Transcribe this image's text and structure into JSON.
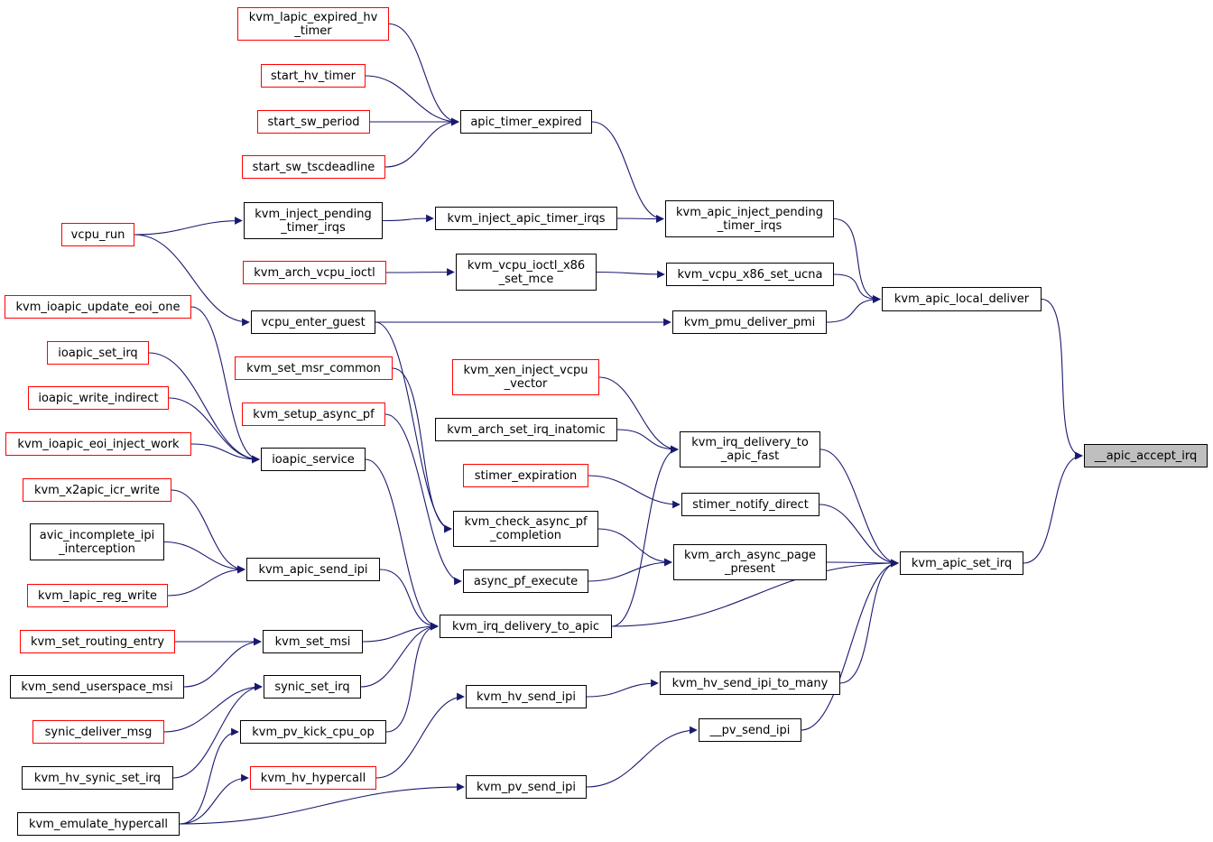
{
  "colors": {
    "edge": "#191970",
    "link_border": "#ff0000",
    "plain_border": "#000000",
    "focus_fill": "#bfbfbf"
  },
  "nodes": {
    "kvm_lapic_expired_hv_timer": {
      "lines": [
        "kvm_lapic_expired_hv",
        "_timer"
      ],
      "link": true
    },
    "start_hv_timer": {
      "lines": [
        "start_hv_timer"
      ],
      "link": true
    },
    "start_sw_period": {
      "lines": [
        "start_sw_period"
      ],
      "link": true
    },
    "start_sw_tscdeadline": {
      "lines": [
        "start_sw_tscdeadline"
      ],
      "link": true
    },
    "apic_timer_expired": {
      "lines": [
        "apic_timer_expired"
      ],
      "link": false
    },
    "vcpu_run": {
      "lines": [
        "vcpu_run"
      ],
      "link": true
    },
    "kvm_inject_pending_timer_irqs": {
      "lines": [
        "kvm_inject_pending",
        "_timer_irqs"
      ],
      "link": false
    },
    "kvm_inject_apic_timer_irqs": {
      "lines": [
        "kvm_inject_apic_timer_irqs"
      ],
      "link": false
    },
    "kvm_apic_inject_pending_timer_irqs": {
      "lines": [
        "kvm_apic_inject_pending",
        "_timer_irqs"
      ],
      "link": false
    },
    "kvm_arch_vcpu_ioctl": {
      "lines": [
        "kvm_arch_vcpu_ioctl"
      ],
      "link": true
    },
    "kvm_vcpu_ioctl_x86_set_mce": {
      "lines": [
        "kvm_vcpu_ioctl_x86",
        "_set_mce"
      ],
      "link": false
    },
    "kvm_vcpu_x86_set_ucna": {
      "lines": [
        "kvm_vcpu_x86_set_ucna"
      ],
      "link": false
    },
    "kvm_apic_local_deliver": {
      "lines": [
        "kvm_apic_local_deliver"
      ],
      "link": false
    },
    "kvm_ioapic_update_eoi_one": {
      "lines": [
        "kvm_ioapic_update_eoi_one"
      ],
      "link": true
    },
    "vcpu_enter_guest": {
      "lines": [
        "vcpu_enter_guest"
      ],
      "link": false
    },
    "kvm_pmu_deliver_pmi": {
      "lines": [
        "kvm_pmu_deliver_pmi"
      ],
      "link": false
    },
    "ioapic_set_irq": {
      "lines": [
        "ioapic_set_irq"
      ],
      "link": true
    },
    "kvm_set_msr_common": {
      "lines": [
        "kvm_set_msr_common"
      ],
      "link": true
    },
    "kvm_xen_inject_vcpu_vector": {
      "lines": [
        "kvm_xen_inject_vcpu",
        "_vector"
      ],
      "link": true
    },
    "ioapic_write_indirect": {
      "lines": [
        "ioapic_write_indirect"
      ],
      "link": true
    },
    "kvm_setup_async_pf": {
      "lines": [
        "kvm_setup_async_pf"
      ],
      "link": true
    },
    "kvm_arch_set_irq_inatomic": {
      "lines": [
        "kvm_arch_set_irq_inatomic"
      ],
      "link": false
    },
    "kvm_irq_delivery_to_apic_fast": {
      "lines": [
        "kvm_irq_delivery_to",
        "_apic_fast"
      ],
      "link": false
    },
    "__apic_accept_irq": {
      "lines": [
        "__apic_accept_irq"
      ],
      "link": false,
      "focus": true
    },
    "kvm_ioapic_eoi_inject_work": {
      "lines": [
        "kvm_ioapic_eoi_inject_work"
      ],
      "link": true
    },
    "ioapic_service": {
      "lines": [
        "ioapic_service"
      ],
      "link": false
    },
    "stimer_expiration": {
      "lines": [
        "stimer_expiration"
      ],
      "link": true
    },
    "stimer_notify_direct": {
      "lines": [
        "stimer_notify_direct"
      ],
      "link": false
    },
    "kvm_x2apic_icr_write": {
      "lines": [
        "kvm_x2apic_icr_write"
      ],
      "link": true
    },
    "kvm_check_async_pf_completion": {
      "lines": [
        "kvm_check_async_pf",
        "_completion"
      ],
      "link": false
    },
    "avic_incomplete_ipi_interception": {
      "lines": [
        "avic_incomplete_ipi",
        "_interception"
      ],
      "link": false
    },
    "kvm_arch_async_page_present": {
      "lines": [
        "kvm_arch_async_page",
        "_present"
      ],
      "link": false
    },
    "kvm_apic_set_irq": {
      "lines": [
        "kvm_apic_set_irq"
      ],
      "link": false
    },
    "kvm_apic_send_ipi": {
      "lines": [
        "kvm_apic_send_ipi"
      ],
      "link": false
    },
    "async_pf_execute": {
      "lines": [
        "async_pf_execute"
      ],
      "link": false
    },
    "kvm_lapic_reg_write": {
      "lines": [
        "kvm_lapic_reg_write"
      ],
      "link": true
    },
    "kvm_irq_delivery_to_apic": {
      "lines": [
        "kvm_irq_delivery_to_apic"
      ],
      "link": false
    },
    "kvm_set_routing_entry": {
      "lines": [
        "kvm_set_routing_entry"
      ],
      "link": true
    },
    "kvm_set_msi": {
      "lines": [
        "kvm_set_msi"
      ],
      "link": false
    },
    "kvm_send_userspace_msi": {
      "lines": [
        "kvm_send_userspace_msi"
      ],
      "link": false
    },
    "synic_set_irq": {
      "lines": [
        "synic_set_irq"
      ],
      "link": false
    },
    "kvm_hv_send_ipi_to_many": {
      "lines": [
        "kvm_hv_send_ipi_to_many"
      ],
      "link": false
    },
    "kvm_hv_send_ipi": {
      "lines": [
        "kvm_hv_send_ipi"
      ],
      "link": false
    },
    "synic_deliver_msg": {
      "lines": [
        "synic_deliver_msg"
      ],
      "link": true
    },
    "__pv_send_ipi": {
      "lines": [
        "__pv_send_ipi"
      ],
      "link": false
    },
    "kvm_pv_kick_cpu_op": {
      "lines": [
        "kvm_pv_kick_cpu_op"
      ],
      "link": false
    },
    "kvm_hv_synic_set_irq": {
      "lines": [
        "kvm_hv_synic_set_irq"
      ],
      "link": false
    },
    "kvm_hv_hypercall": {
      "lines": [
        "kvm_hv_hypercall"
      ],
      "link": true
    },
    "kvm_pv_send_ipi": {
      "lines": [
        "kvm_pv_send_ipi"
      ],
      "link": false
    },
    "kvm_emulate_hypercall": {
      "lines": [
        "kvm_emulate_hypercall"
      ],
      "link": false
    }
  },
  "edges": [
    [
      "kvm_lapic_expired_hv_timer",
      "apic_timer_expired"
    ],
    [
      "start_hv_timer",
      "apic_timer_expired"
    ],
    [
      "start_sw_period",
      "apic_timer_expired"
    ],
    [
      "start_sw_tscdeadline",
      "apic_timer_expired"
    ],
    [
      "apic_timer_expired",
      "kvm_apic_inject_pending_timer_irqs"
    ],
    [
      "vcpu_run",
      "kvm_inject_pending_timer_irqs"
    ],
    [
      "vcpu_run",
      "vcpu_enter_guest"
    ],
    [
      "kvm_inject_pending_timer_irqs",
      "kvm_inject_apic_timer_irqs"
    ],
    [
      "kvm_inject_apic_timer_irqs",
      "kvm_apic_inject_pending_timer_irqs"
    ],
    [
      "kvm_apic_inject_pending_timer_irqs",
      "kvm_apic_local_deliver"
    ],
    [
      "kvm_arch_vcpu_ioctl",
      "kvm_vcpu_ioctl_x86_set_mce"
    ],
    [
      "kvm_vcpu_ioctl_x86_set_mce",
      "kvm_vcpu_x86_set_ucna"
    ],
    [
      "kvm_vcpu_x86_set_ucna",
      "kvm_apic_local_deliver"
    ],
    [
      "vcpu_enter_guest",
      "kvm_pmu_deliver_pmi"
    ],
    [
      "vcpu_enter_guest",
      "kvm_check_async_pf_completion"
    ],
    [
      "kvm_pmu_deliver_pmi",
      "kvm_apic_local_deliver"
    ],
    [
      "kvm_apic_local_deliver",
      "__apic_accept_irq"
    ],
    [
      "kvm_ioapic_update_eoi_one",
      "ioapic_service"
    ],
    [
      "ioapic_set_irq",
      "ioapic_service"
    ],
    [
      "ioapic_write_indirect",
      "ioapic_service"
    ],
    [
      "kvm_ioapic_eoi_inject_work",
      "ioapic_service"
    ],
    [
      "ioapic_service",
      "kvm_irq_delivery_to_apic"
    ],
    [
      "kvm_set_msr_common",
      "kvm_check_async_pf_completion"
    ],
    [
      "kvm_setup_async_pf",
      "async_pf_execute"
    ],
    [
      "kvm_xen_inject_vcpu_vector",
      "kvm_irq_delivery_to_apic_fast"
    ],
    [
      "kvm_arch_set_irq_inatomic",
      "kvm_irq_delivery_to_apic_fast"
    ],
    [
      "kvm_irq_delivery_to_apic",
      "kvm_irq_delivery_to_apic_fast"
    ],
    [
      "kvm_irq_delivery_to_apic_fast",
      "kvm_apic_set_irq"
    ],
    [
      "stimer_expiration",
      "stimer_notify_direct"
    ],
    [
      "stimer_notify_direct",
      "kvm_apic_set_irq"
    ],
    [
      "kvm_check_async_pf_completion",
      "kvm_arch_async_page_present"
    ],
    [
      "async_pf_execute",
      "kvm_arch_async_page_present"
    ],
    [
      "kvm_arch_async_page_present",
      "kvm_apic_set_irq"
    ],
    [
      "kvm_apic_set_irq",
      "__apic_accept_irq"
    ],
    [
      "kvm_x2apic_icr_write",
      "kvm_apic_send_ipi"
    ],
    [
      "avic_incomplete_ipi_interception",
      "kvm_apic_send_ipi"
    ],
    [
      "kvm_lapic_reg_write",
      "kvm_apic_send_ipi"
    ],
    [
      "kvm_apic_send_ipi",
      "kvm_irq_delivery_to_apic"
    ],
    [
      "kvm_irq_delivery_to_apic",
      "kvm_apic_set_irq"
    ],
    [
      "kvm_set_routing_entry",
      "kvm_set_msi"
    ],
    [
      "kvm_send_userspace_msi",
      "kvm_set_msi"
    ],
    [
      "kvm_set_msi",
      "kvm_irq_delivery_to_apic"
    ],
    [
      "synic_set_irq",
      "kvm_irq_delivery_to_apic"
    ],
    [
      "kvm_pv_kick_cpu_op",
      "kvm_irq_delivery_to_apic"
    ],
    [
      "synic_deliver_msg",
      "synic_set_irq"
    ],
    [
      "kvm_hv_synic_set_irq",
      "synic_set_irq"
    ],
    [
      "kvm_hv_send_ipi",
      "kvm_hv_send_ipi_to_many"
    ],
    [
      "kvm_hv_send_ipi_to_many",
      "kvm_apic_set_irq"
    ],
    [
      "kvm_hv_hypercall",
      "kvm_hv_send_ipi"
    ],
    [
      "kvm_pv_send_ipi",
      "__pv_send_ipi"
    ],
    [
      "__pv_send_ipi",
      "kvm_apic_set_irq"
    ],
    [
      "kvm_emulate_hypercall",
      "kvm_pv_kick_cpu_op"
    ],
    [
      "kvm_emulate_hypercall",
      "kvm_hv_hypercall"
    ],
    [
      "kvm_emulate_hypercall",
      "kvm_pv_send_ipi"
    ]
  ]
}
